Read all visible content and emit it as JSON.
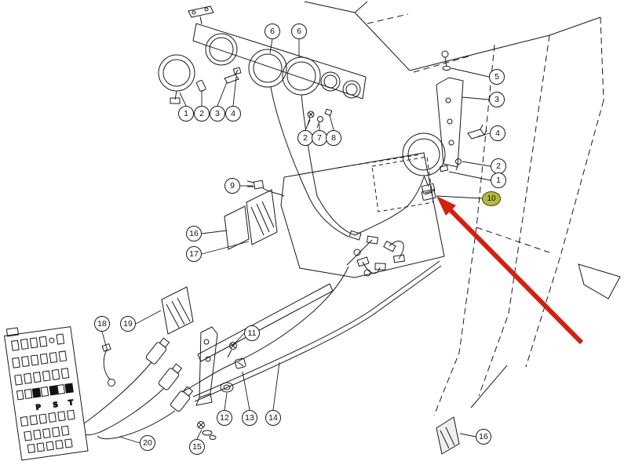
{
  "callouts": [
    {
      "label": "6"
    },
    {
      "label": "6"
    },
    {
      "label": "1"
    },
    {
      "label": "2"
    },
    {
      "label": "3"
    },
    {
      "label": "4"
    },
    {
      "label": "2"
    },
    {
      "label": "7"
    },
    {
      "label": "8"
    },
    {
      "label": "5"
    },
    {
      "label": "3"
    },
    {
      "label": "4"
    },
    {
      "label": "2"
    },
    {
      "label": "1"
    },
    {
      "label": "10"
    },
    {
      "label": "9"
    },
    {
      "label": "16"
    },
    {
      "label": "17"
    },
    {
      "label": "18"
    },
    {
      "label": "19"
    },
    {
      "label": "11"
    },
    {
      "label": "12"
    },
    {
      "label": "13"
    },
    {
      "label": "14"
    },
    {
      "label": "15"
    },
    {
      "label": "20"
    },
    {
      "label": "16"
    }
  ],
  "highlight": {
    "callout": "10",
    "color": "#b5ba3d"
  },
  "arrow": {
    "color": "#d32011"
  },
  "fuse_panel": {
    "labels": [
      "P",
      "S",
      "T"
    ]
  }
}
